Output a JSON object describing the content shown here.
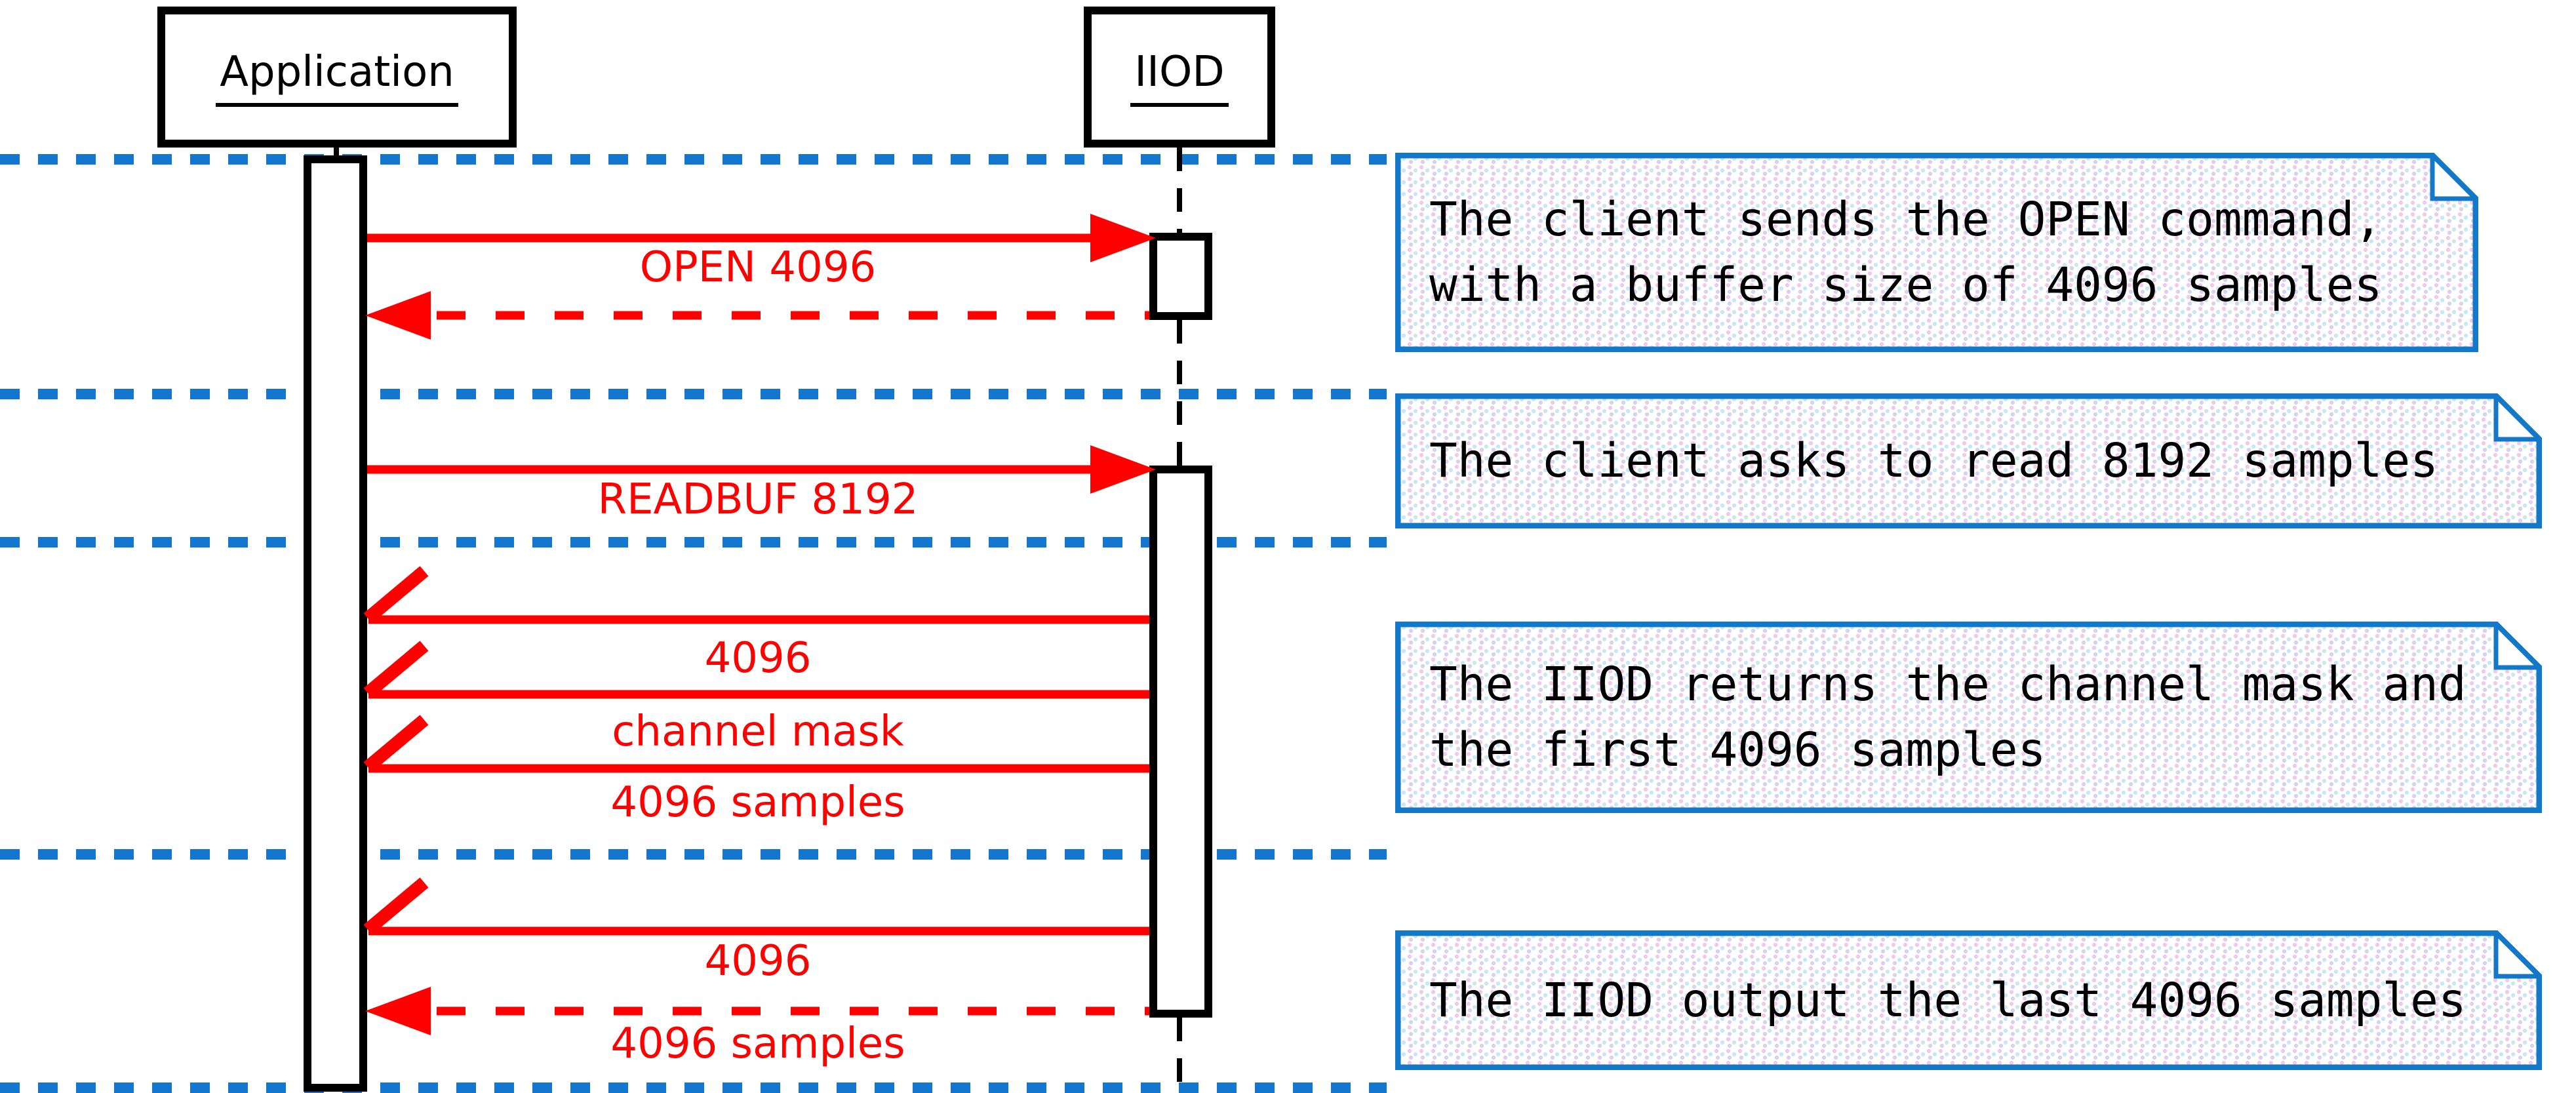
{
  "diagram": {
    "type": "sequence",
    "participants": [
      {
        "name": "Application"
      },
      {
        "name": "IIOD"
      }
    ],
    "messages": [
      {
        "label": "OPEN 4096",
        "direction": "right",
        "line": "solid",
        "head": "filled"
      },
      {
        "label": "",
        "direction": "left",
        "line": "dashed",
        "head": "filled"
      },
      {
        "label": "READBUF 8192",
        "direction": "right",
        "line": "solid",
        "head": "filled"
      },
      {
        "label": "4096",
        "direction": "left",
        "line": "solid",
        "head": "open"
      },
      {
        "label": "channel mask",
        "direction": "left",
        "line": "solid",
        "head": "open"
      },
      {
        "label": "4096 samples",
        "direction": "left",
        "line": "solid",
        "head": "open"
      },
      {
        "label": "4096",
        "direction": "left",
        "line": "solid",
        "head": "open"
      },
      {
        "label": "4096 samples",
        "direction": "left",
        "line": "dashed",
        "head": "filled"
      }
    ],
    "notes": [
      {
        "lines": [
          "The client sends the OPEN command,",
          "with a buffer size of 4096 samples"
        ]
      },
      {
        "lines": [
          "The client asks to read 8192 samples"
        ]
      },
      {
        "lines": [
          "The IIOD returns the channel mask and",
          "the first 4096 samples"
        ]
      },
      {
        "lines": [
          "The IIOD output the last 4096 samples"
        ]
      }
    ],
    "colors": {
      "message": "#FF0000",
      "divider": "#1377CF",
      "note_border": "#1478C8",
      "lifeline": "#000000",
      "note_fill_base": "#FFFFFF"
    }
  }
}
